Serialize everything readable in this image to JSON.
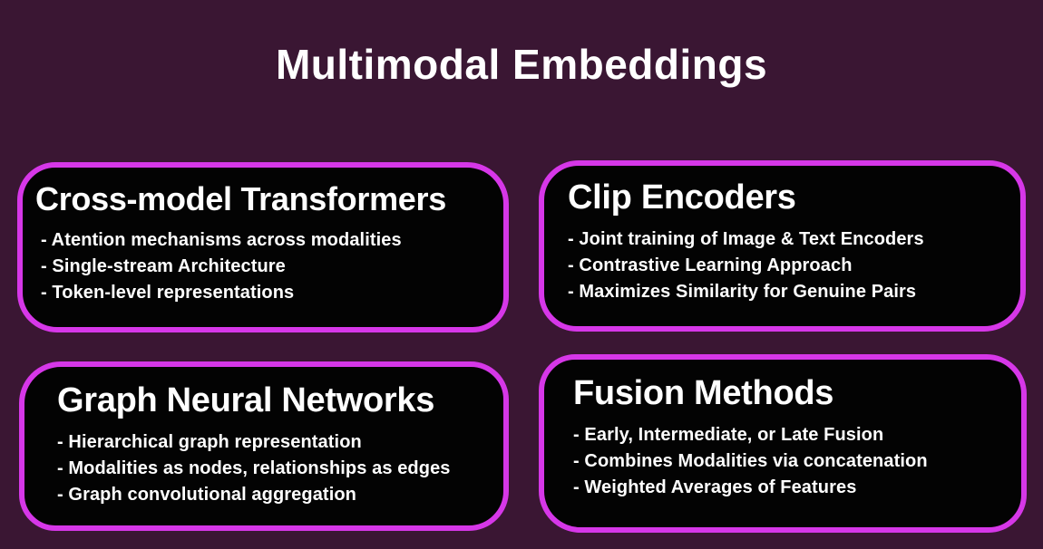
{
  "page": {
    "title": "Multimodal Embeddings",
    "colors": {
      "background": "#3a1633",
      "card_background": "#030303",
      "card_border": "#d637e8",
      "text": "#ffffff"
    }
  },
  "cards": [
    {
      "title": "Cross-model Transformers",
      "bullets": [
        "- Atention mechanisms across modalities",
        "- Single-stream Architecture",
        "- Token-level representations"
      ]
    },
    {
      "title": "Clip Encoders",
      "bullets": [
        "- Joint training of Image & Text Encoders",
        "- Contrastive Learning Approach",
        "- Maximizes Similarity for Genuine Pairs"
      ]
    },
    {
      "title": "Graph Neural Networks",
      "bullets": [
        "- Hierarchical graph representation",
        "- Modalities as nodes, relationships as edges",
        "- Graph convolutional aggregation"
      ]
    },
    {
      "title": "Fusion Methods",
      "bullets": [
        "- Early, Intermediate, or Late Fusion",
        "- Combines Modalities via concatenation",
        "- Weighted Averages of Features"
      ]
    }
  ]
}
